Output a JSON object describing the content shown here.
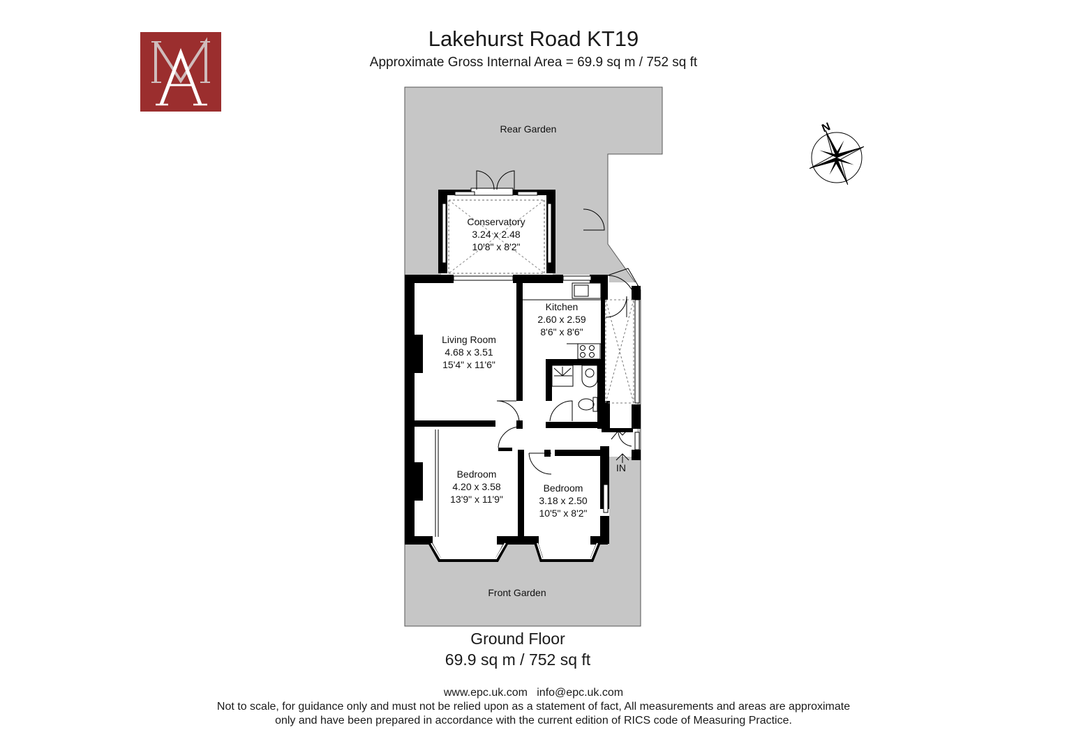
{
  "header": {
    "title": "Lakehurst Road KT19",
    "subtitle": "Approximate Gross Internal Area = 69.9 sq m / 752 sq ft"
  },
  "logo": {
    "icon": "ma-monogram-logo",
    "color": "#9b2e2e",
    "lettering": "MA"
  },
  "compass": {
    "icon": "north-compass-icon",
    "label": "N"
  },
  "plan": {
    "rear_garden": "Rear Garden",
    "front_garden": "Front Garden",
    "entrance": "IN",
    "rooms": [
      {
        "name": "Conservatory",
        "metric": "3.24 x 2.48",
        "imperial": "10'8\" x 8'2\""
      },
      {
        "name": "Kitchen",
        "metric": "2.60 x 2.59",
        "imperial": "8'6\" x 8'6\""
      },
      {
        "name": "Living Room",
        "metric": "4.68 x 3.51",
        "imperial": "15'4\" x 11'6\""
      },
      {
        "name": "Bedroom",
        "metric": "4.20 x 3.58",
        "imperial": "13'9\" x 11'9\""
      },
      {
        "name": "Bedroom",
        "metric": "3.18 x 2.50",
        "imperial": "10'5\" x 8'2\""
      }
    ]
  },
  "floor": {
    "name": "Ground Floor",
    "area": "69.9 sq m / 752 sq ft"
  },
  "footer": {
    "web": "www.epc.uk.com   info@epc.uk.com",
    "disclaimer_1": "Not to scale, for guidance only and must not be relied upon as a statement of fact, All measurements and areas are approximate",
    "disclaimer_2": "only and have been prepared in accordance with the current edition of RICS code of Measuring Practice."
  },
  "colors": {
    "garden": "#c6c6c6",
    "wall": "#000000",
    "room": "#ffffff",
    "logo_bg": "#9b2e2e"
  }
}
